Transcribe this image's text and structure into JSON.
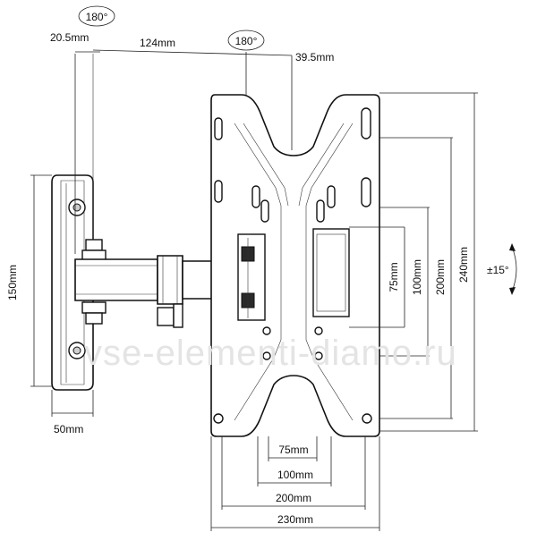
{
  "arm_swivel_badge": "180°",
  "plate_swivel_badge": "180°",
  "top_dims": {
    "offset": "20.5mm",
    "arm": "124mm",
    "plate_offset": "39.5mm"
  },
  "wall_plate_height": "150mm",
  "wall_plate_width": "50mm",
  "vertical_dims": [
    "75mm",
    "100mm",
    "200mm",
    "240mm"
  ],
  "horizontal_dims": [
    "75mm",
    "100mm",
    "200mm",
    "230mm"
  ],
  "tilt": "±15°",
  "watermark": "vse-elementi-diamo.ru"
}
